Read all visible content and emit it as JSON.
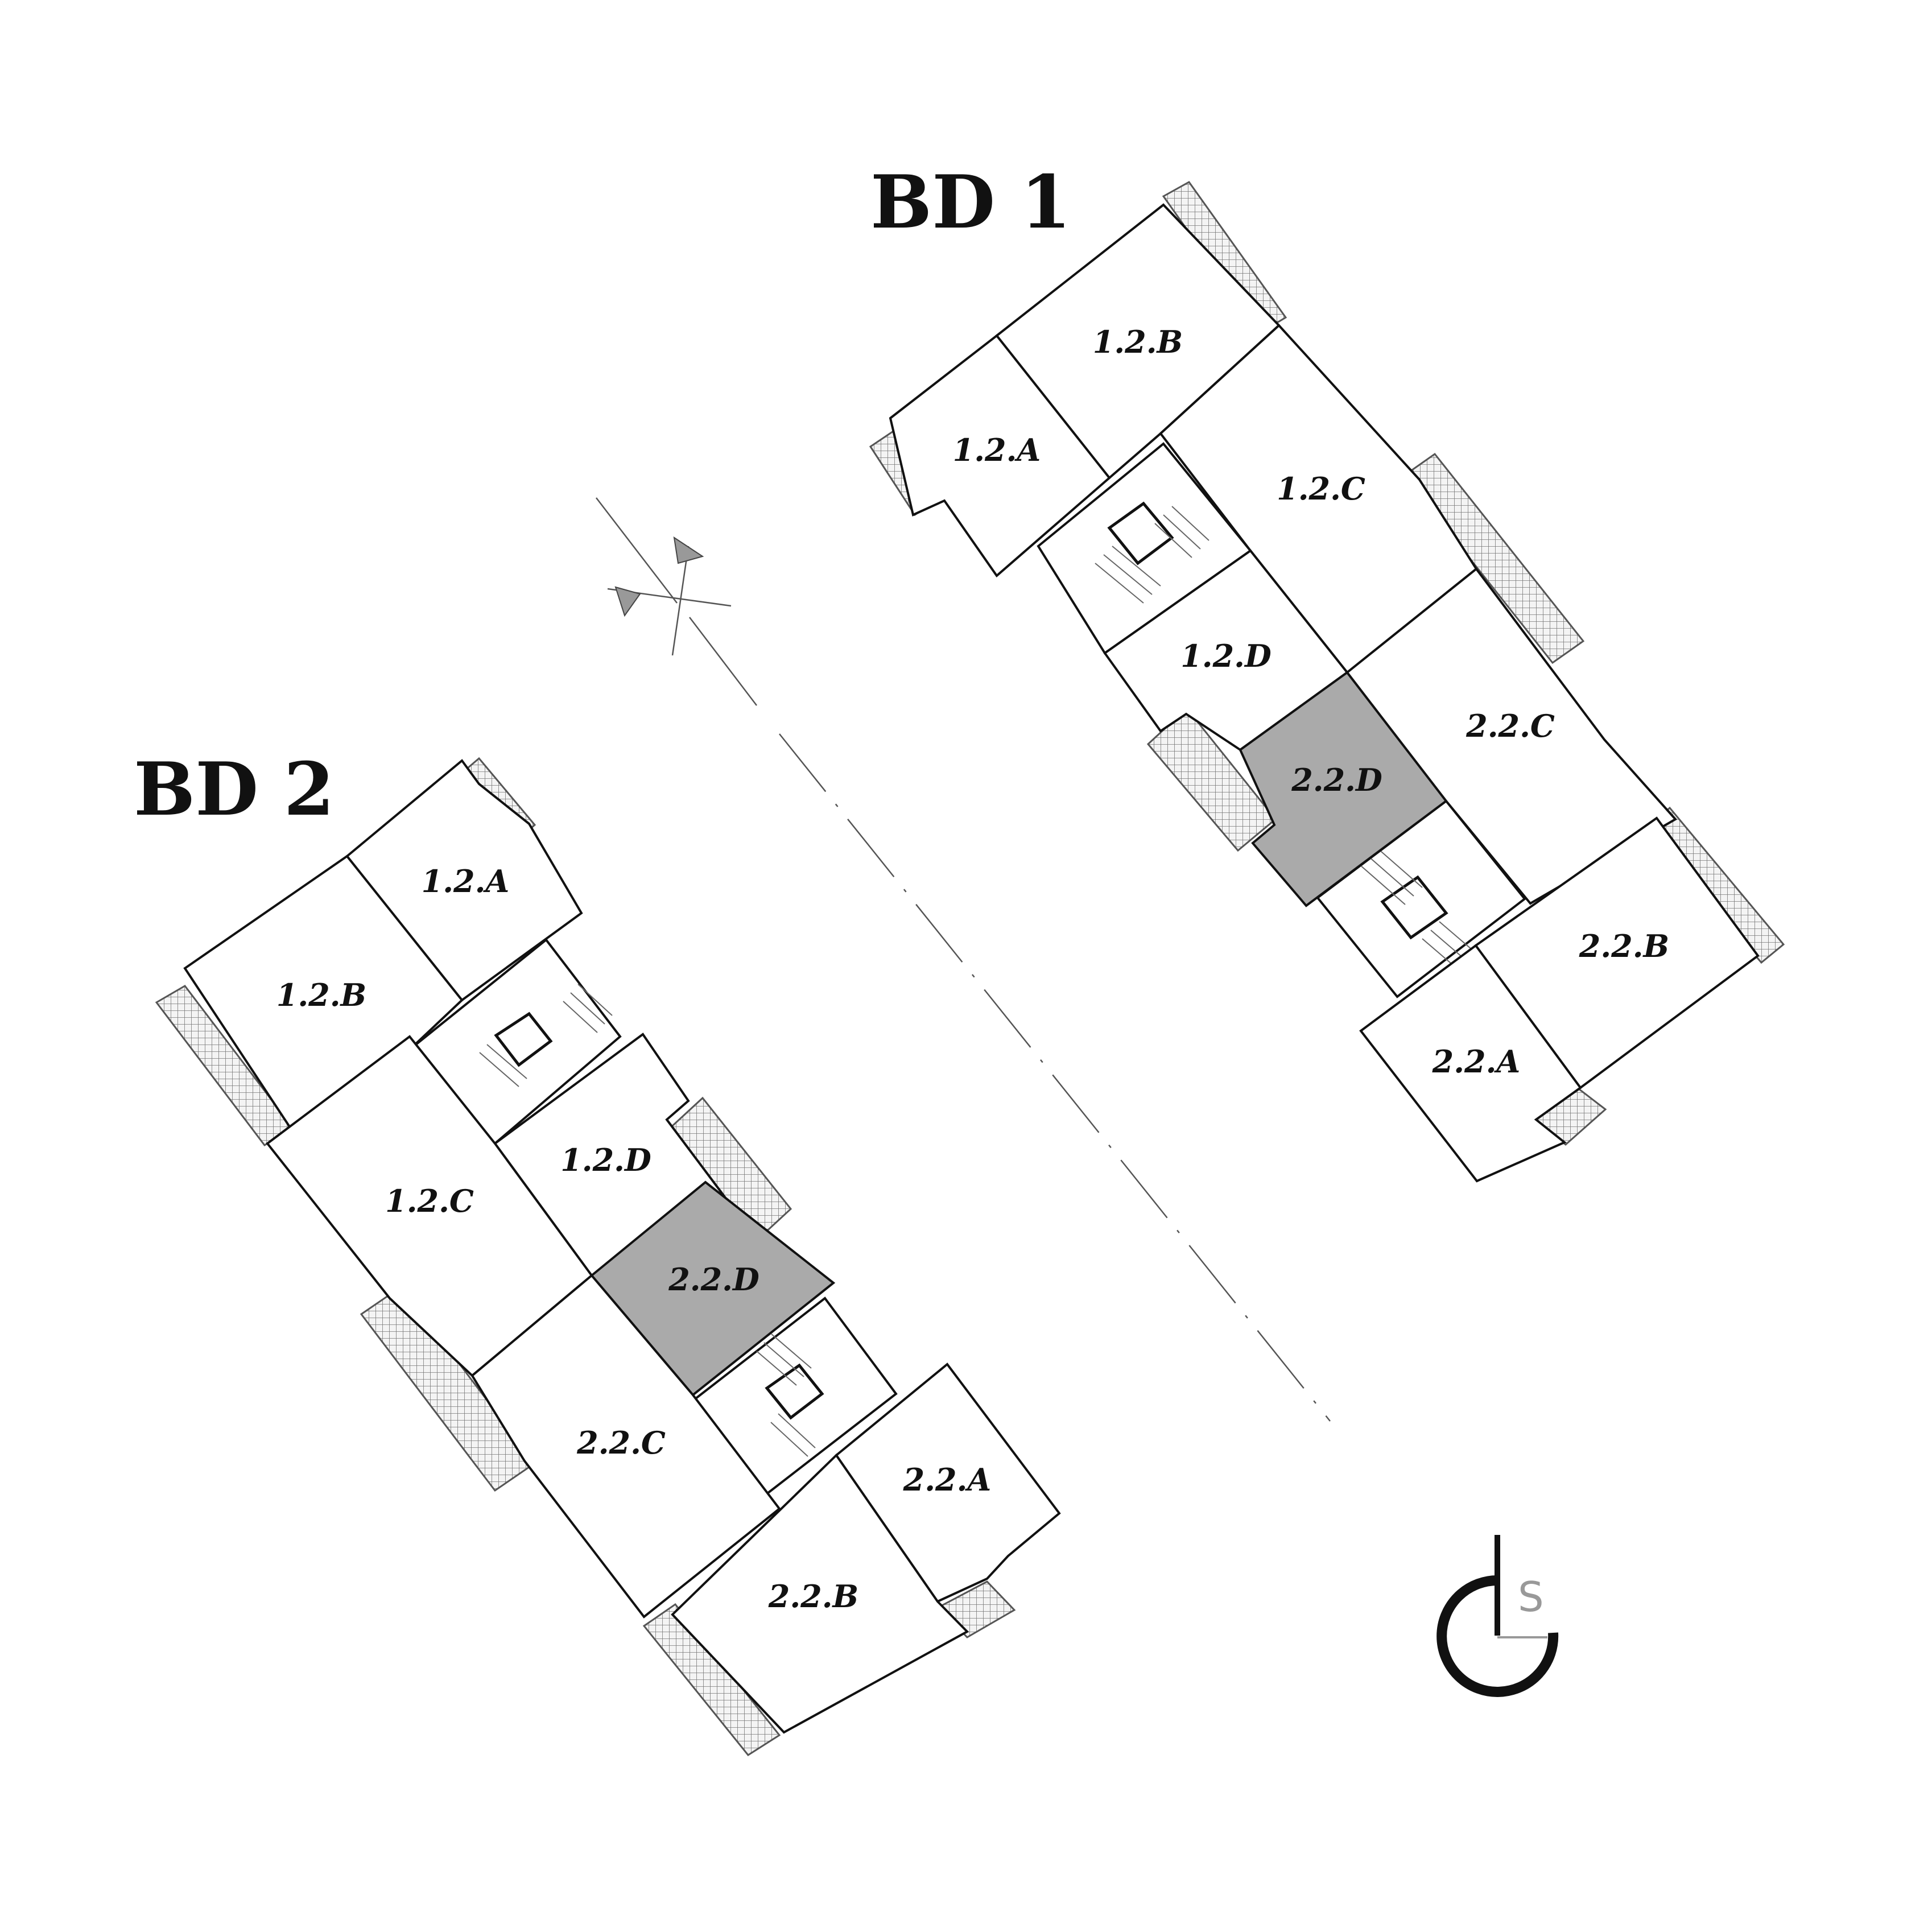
{
  "buildings": [
    {
      "title": "BD 1",
      "units": [
        {
          "label": "1.2.B",
          "highlighted": false
        },
        {
          "label": "1.2.A",
          "highlighted": false
        },
        {
          "label": "1.2.C",
          "highlighted": false
        },
        {
          "label": "1.2.D",
          "highlighted": false
        },
        {
          "label": "2.2.C",
          "highlighted": false
        },
        {
          "label": "2.2.D",
          "highlighted": true
        },
        {
          "label": "2.2.B",
          "highlighted": false
        },
        {
          "label": "2.2.A",
          "highlighted": false
        }
      ]
    },
    {
      "title": "BD 2",
      "units": [
        {
          "label": "1.2.A",
          "highlighted": false
        },
        {
          "label": "1.2.B",
          "highlighted": false
        },
        {
          "label": "1.2.D",
          "highlighted": false
        },
        {
          "label": "1.2.C",
          "highlighted": false
        },
        {
          "label": "2.2.D",
          "highlighted": true
        },
        {
          "label": "2.2.C",
          "highlighted": false
        },
        {
          "label": "2.2.A",
          "highlighted": false
        },
        {
          "label": "2.2.B",
          "highlighted": false
        }
      ]
    }
  ],
  "logo": {
    "letter": "S"
  },
  "colors": {
    "highlight": "#aaaaaa",
    "line": "#111111",
    "hatch": "#666666"
  },
  "icons": {
    "compass": "north-arrow-icon",
    "logo": "brand-logo-icon"
  }
}
